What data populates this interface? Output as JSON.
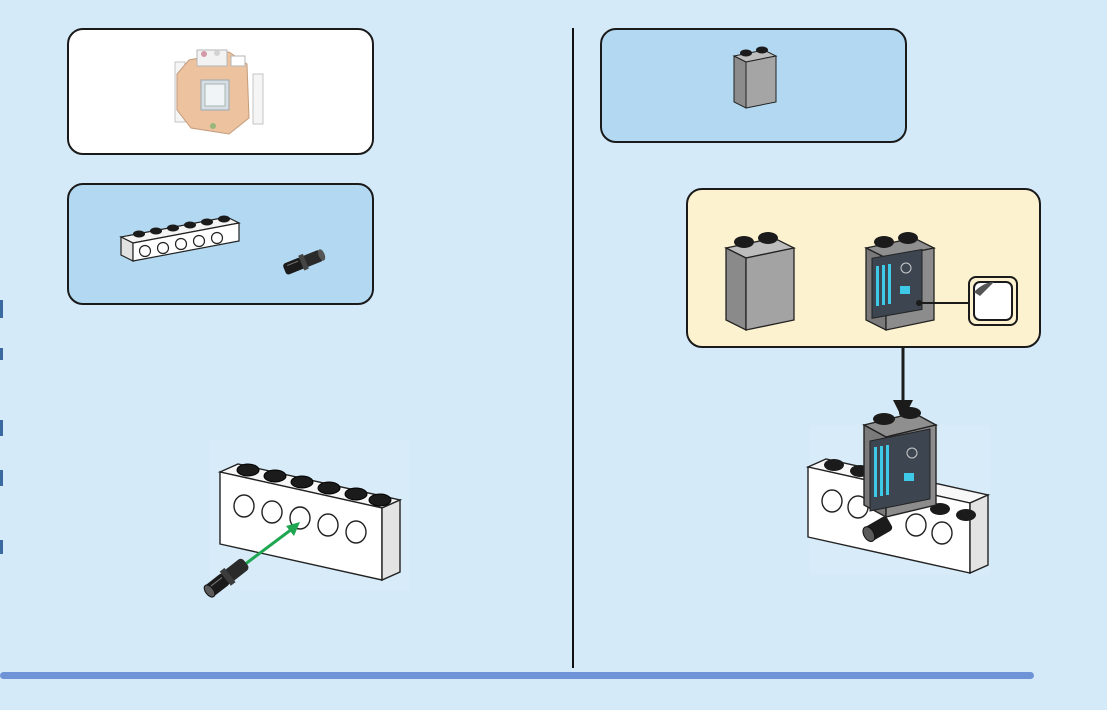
{
  "colors": {
    "page_background": "#d4eaf8",
    "parts_box_background": "#b3d9f2",
    "sticker_box_background": "#fdf2d0",
    "divider": "#111111",
    "bottom_bar": "#6e93d6",
    "action_arrow": "#1fa651",
    "technic_brick": "#ffffff",
    "gray_brick": "#9c9c9c",
    "pin": "#1b1b1b",
    "model_orange": "#e6b48c"
  },
  "icons": {
    "model_preview": "completed-model-thumbnail",
    "parts_left": [
      "technic-brick-1x6-white",
      "technic-pin-black"
    ],
    "parts_right": [
      "brick-1x2x2-gray"
    ],
    "sticker": [
      "brick-1x2x2-gray",
      "decorated-brick-1x2x2-control-panel",
      "sticker-sheet-icon"
    ],
    "steps": [
      "insert-pin-arrow",
      "attach-brick-arrow"
    ]
  }
}
